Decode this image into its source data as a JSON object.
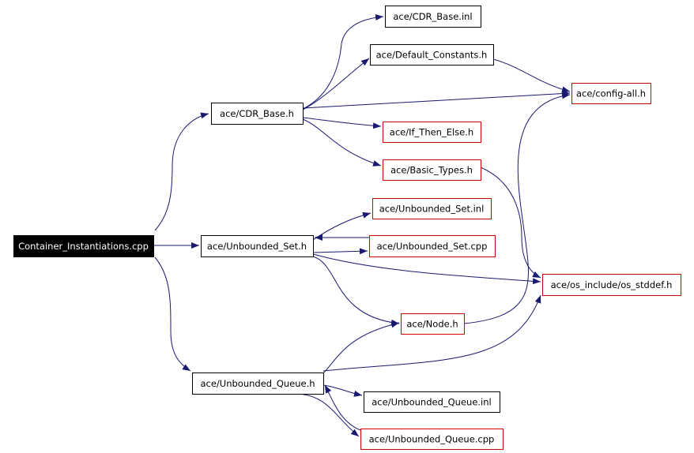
{
  "colors": {
    "edge": "#191970",
    "normal_border": "#000000",
    "highlight_border": "#cc0000",
    "root_fill": "#000000",
    "root_text": "#ffffff",
    "node_fill": "#ffffff",
    "node_text": "#000000"
  },
  "nodes": [
    {
      "id": "root",
      "label": "Container_Instantiations.cpp",
      "style": "root"
    },
    {
      "id": "cdr_h",
      "label": "ace/CDR_Base.h",
      "style": "normal"
    },
    {
      "id": "cdr_inl",
      "label": "ace/CDR_Base.inl",
      "style": "normal"
    },
    {
      "id": "defconst",
      "label": "ace/Default_Constants.h",
      "style": "normal"
    },
    {
      "id": "config",
      "label": "ace/config-all.h",
      "style": "red"
    },
    {
      "id": "ifthen",
      "label": "ace/If_Then_Else.h",
      "style": "red"
    },
    {
      "id": "basic",
      "label": "ace/Basic_Types.h",
      "style": "red"
    },
    {
      "id": "uset_inl",
      "label": "ace/Unbounded_Set.inl",
      "style": "red"
    },
    {
      "id": "uset_h",
      "label": "ace/Unbounded_Set.h",
      "style": "normal"
    },
    {
      "id": "uset_cpp",
      "label": "ace/Unbounded_Set.cpp",
      "style": "red"
    },
    {
      "id": "stddef",
      "label": "ace/os_include/os_stddef.h",
      "style": "red"
    },
    {
      "id": "node",
      "label": "ace/Node.h",
      "style": "red"
    },
    {
      "id": "uq_h",
      "label": "ace/Unbounded_Queue.h",
      "style": "normal"
    },
    {
      "id": "uq_inl",
      "label": "ace/Unbounded_Queue.inl",
      "style": "normal"
    },
    {
      "id": "uq_cpp",
      "label": "ace/Unbounded_Queue.cpp",
      "style": "red"
    }
  ],
  "edges": [
    {
      "from": "root",
      "to": "cdr_h"
    },
    {
      "from": "root",
      "to": "uset_h"
    },
    {
      "from": "root",
      "to": "uq_h"
    },
    {
      "from": "cdr_h",
      "to": "cdr_inl"
    },
    {
      "from": "cdr_h",
      "to": "defconst"
    },
    {
      "from": "cdr_h",
      "to": "config"
    },
    {
      "from": "cdr_h",
      "to": "ifthen"
    },
    {
      "from": "cdr_h",
      "to": "basic"
    },
    {
      "from": "defconst",
      "to": "config"
    },
    {
      "from": "basic",
      "to": "stddef"
    },
    {
      "from": "uset_h",
      "to": "uset_inl"
    },
    {
      "from": "uset_h",
      "to": "uset_cpp"
    },
    {
      "from": "uset_h",
      "to": "stddef"
    },
    {
      "from": "uset_h",
      "to": "node"
    },
    {
      "from": "uset_cpp",
      "to": "uset_h"
    },
    {
      "from": "node",
      "to": "config"
    },
    {
      "from": "uq_h",
      "to": "node"
    },
    {
      "from": "uq_h",
      "to": "stddef"
    },
    {
      "from": "uq_h",
      "to": "uq_inl"
    },
    {
      "from": "uq_h",
      "to": "uq_cpp"
    },
    {
      "from": "uq_cpp",
      "to": "uq_h"
    }
  ]
}
